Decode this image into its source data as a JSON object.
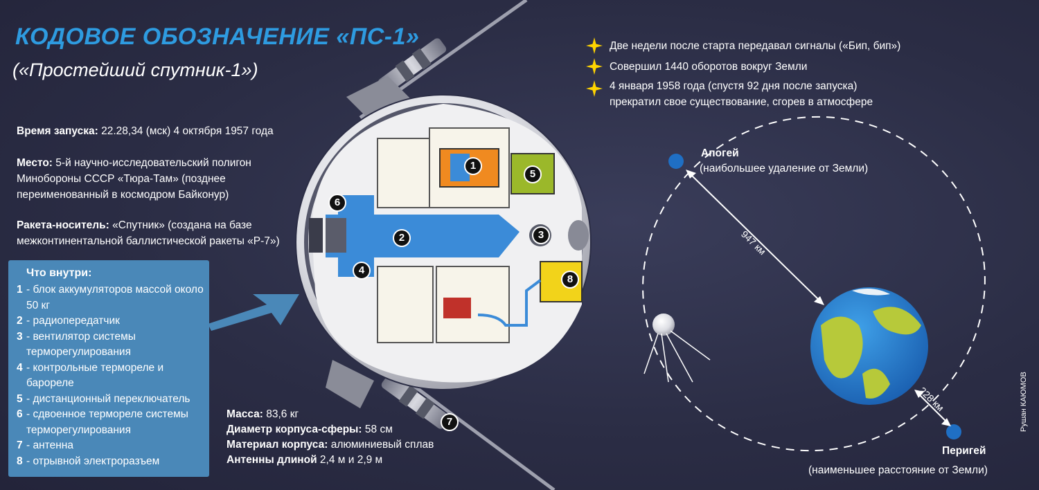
{
  "title": "КОДОВОЕ ОБОЗНАЧЕНИЕ «ПС-1»",
  "subtitle": "(«Простейший спутник-1»)",
  "launch": {
    "label": "Время запуска:",
    "value": "22.28,34 (мск) 4 октября 1957 года"
  },
  "place": {
    "label": "Место:",
    "value": "5-й научно-исследовательский полигон Минобороны СССР «Тюра-Там» (позднее переименованный в космодром Байконур)"
  },
  "rocket": {
    "label": "Ракета-носитель:",
    "value": "«Спутник» (создана на базе межконтинентальной баллистической ракеты «Р-7»)"
  },
  "inside": {
    "title": "Что внутри:",
    "items": [
      {
        "num": "1",
        "text": " - блок аккумуляторов массой около 50 кг"
      },
      {
        "num": "2",
        "text": " - радиопередатчик"
      },
      {
        "num": "3",
        "text": " - вентилятор системы терморегулирования"
      },
      {
        "num": "4",
        "text": " - контрольные термореле и барореле"
      },
      {
        "num": "5",
        "text": " - дистанционный переключатель"
      },
      {
        "num": "6",
        "text": " - сдвоенное термореле системы терморегулирования"
      },
      {
        "num": "7",
        "text": " - антенна"
      },
      {
        "num": "8",
        "text": " - отрывной электроразъем"
      }
    ]
  },
  "specs": [
    {
      "label": "Масса:",
      "value": " 83,6 кг"
    },
    {
      "label": "Диаметр корпуса-сферы:",
      "value": " 58 см"
    },
    {
      "label": "Материал корпуса:",
      "value": " алюминиевый сплав"
    },
    {
      "label": "Антенны длиной",
      "value": " 2,4 м и 2,9 м"
    }
  ],
  "facts": [
    "Две недели после старта передавал сигналы («Бип, бип»)",
    "Совершил 1440 оборотов вокруг Земли",
    "4 января 1958 года (спустя 92 дня после запуска) прекратил свое  существование, сгорев в атмосфере"
  ],
  "orbit": {
    "apogee_title": "Апогей",
    "apogee_desc": "(наибольшее удаление от Земли)",
    "perigee_title": "Перигей",
    "perigee_desc": "(наименьшее расстояние от Земли)",
    "apogee_distance": "947 км",
    "perigee_distance": "228 км"
  },
  "labels": [
    "1",
    "2",
    "3",
    "4",
    "5",
    "6",
    "7",
    "8"
  ],
  "credit": "Рушан КАЮМОВ",
  "colors": {
    "accent": "#2e9be0",
    "panel": "#4a88b8",
    "star": "#ffd400",
    "orbit_dot": "#1f6fc4"
  }
}
